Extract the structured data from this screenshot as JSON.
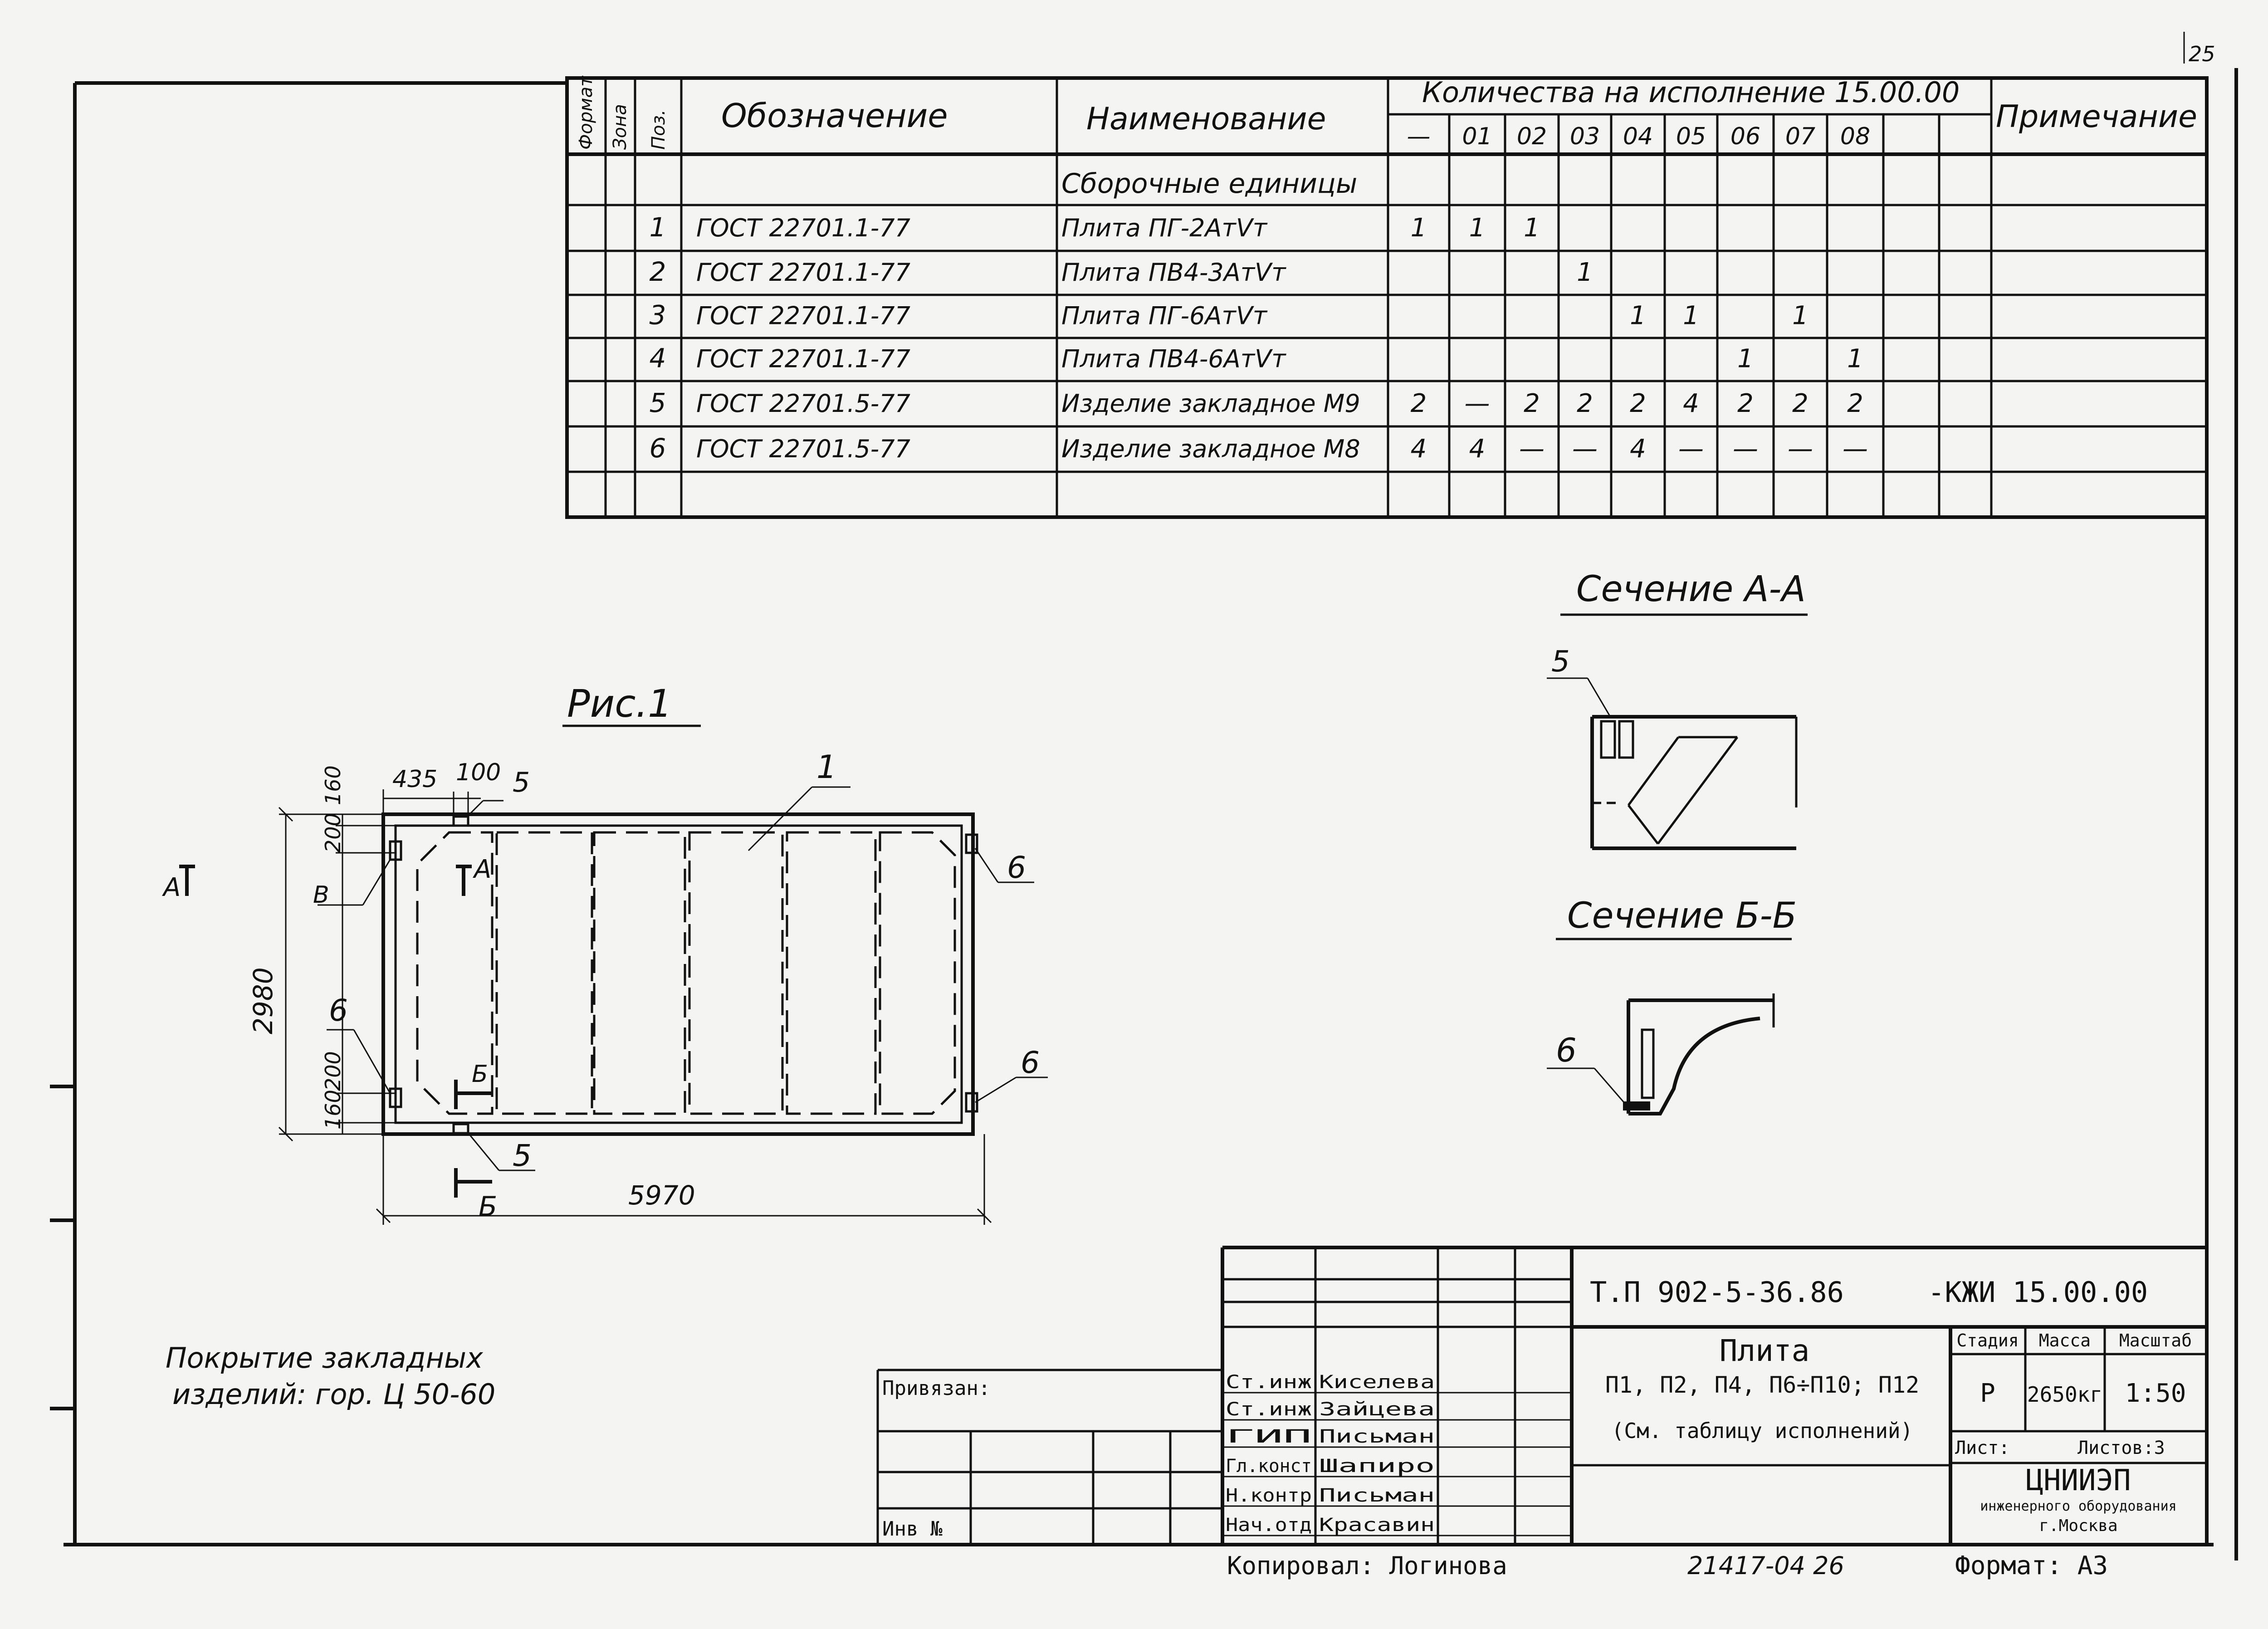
{
  "corner_number": "25",
  "spec": {
    "vertical_headers": {
      "format": "Формат",
      "zone": "Зона",
      "pos": "Поз."
    },
    "headers": {
      "designation": "Обозначение",
      "name": "Наименование",
      "quantity": "Количества на исполнение 15.00.00",
      "note": "Примечание"
    },
    "variants": [
      "—",
      "01",
      "02",
      "03",
      "04",
      "05",
      "06",
      "07",
      "08"
    ],
    "section_title": "Сборочные единицы",
    "rows": [
      {
        "pos": "1",
        "designation": "ГОСТ 22701.1-77",
        "name": "Плита ПГ-2АтⅤт",
        "q": [
          "1",
          "1",
          "1",
          "",
          "",
          "",
          "",
          "",
          ""
        ]
      },
      {
        "pos": "2",
        "designation": "ГОСТ 22701.1-77",
        "name": "Плита ПВ4-3АтⅤт",
        "q": [
          "",
          "",
          "",
          "1",
          "",
          "",
          "",
          "",
          ""
        ]
      },
      {
        "pos": "3",
        "designation": "ГОСТ 22701.1-77",
        "name": "Плита ПГ-6АтⅤт",
        "q": [
          "",
          "",
          "",
          "",
          "1",
          "1",
          "",
          "1",
          ""
        ]
      },
      {
        "pos": "4",
        "designation": "ГОСТ 22701.1-77",
        "name": "Плита ПВ4-6АтⅤт",
        "q": [
          "",
          "",
          "",
          "",
          "",
          "",
          "1",
          "",
          "1"
        ]
      },
      {
        "pos": "5",
        "designation": "ГОСТ 22701.5-77",
        "name": "Изделие закладное М9",
        "q": [
          "2",
          "—",
          "2",
          "2",
          "2",
          "4",
          "2",
          "2",
          "2"
        ]
      },
      {
        "pos": "6",
        "designation": "ГОСТ 22701.5-77",
        "name": "Изделие закладное М8",
        "q": [
          "4",
          "4",
          "—",
          "—",
          "4",
          "—",
          "—",
          "—",
          "—"
        ]
      }
    ]
  },
  "figure": {
    "title": "Рис.1",
    "section_aa": "Сечение А-А",
    "section_bb": "Сечение Б-Б",
    "cut_a": "А",
    "cut_b": "Б",
    "label_v": "В",
    "dims": {
      "length": "5970",
      "width": "2980",
      "d435": "435",
      "d100": "100",
      "d160": "160",
      "d200": "200"
    },
    "callouts": {
      "c1": "1",
      "c5": "5",
      "c6": "6"
    }
  },
  "note_lines": [
    "Покрытие закладных",
    "изделий: гор. Ц 50-60"
  ],
  "title_block": {
    "doc_code": "Т.П 902-5-36.86",
    "doc_number": "-КЖИ 15.00.00",
    "title": "Плита",
    "subtitle": "П1, П2, П4, П6÷П10; П12",
    "subtitle2": "(См. таблицу исполнений)",
    "stage_label": "Стадия",
    "mass_label": "Масса",
    "scale_label": "Масштаб",
    "stage": "Р",
    "mass": "2650кг",
    "scale": "1:50",
    "sheet_label": "Лист:",
    "sheets_label": "Листов:3",
    "org_name": "ЦНИИЭП",
    "org_sub": "инженерного оборудования",
    "org_city": "г.Москва",
    "format_text": "Формат: А3",
    "attached": "Привязан:",
    "inv": "Инв №",
    "copied": "Копировал: Логинова",
    "archive": "21417-04    26",
    "signers": [
      {
        "role": "Ст.инж",
        "name": "Киселева"
      },
      {
        "role": "Ст.инж",
        "name": "Зайцева"
      },
      {
        "role": "ГИП",
        "name": "Письман"
      },
      {
        "role": "Гл.конст",
        "name": "Шапиро"
      },
      {
        "role": "Н.контр",
        "name": "Письман"
      },
      {
        "role": "Нач.отд",
        "name": "Красавин"
      }
    ]
  }
}
